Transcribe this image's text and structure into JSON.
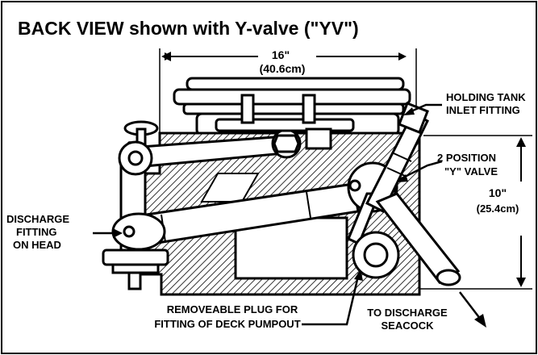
{
  "title": "BACK VIEW shown with Y-valve (\"YV\")",
  "labels": {
    "width_in": "16\"",
    "width_cm": "(40.6cm)",
    "holding_tank_1": "HOLDING TANK",
    "holding_tank_2": "INLET FITTING",
    "y_valve_1": "2 POSITION",
    "y_valve_2": "\"Y\" VALVE",
    "height_in": "10\"",
    "height_cm": "(25.4cm)",
    "discharge_1": "DISCHARGE",
    "discharge_2": "FITTING",
    "discharge_3": "ON HEAD",
    "plug_1": "REMOVEABLE PLUG FOR",
    "plug_2": "FITTING OF DECK PUMPOUT",
    "seacock_1": "TO DISCHARGE",
    "seacock_2": "SEACOCK"
  }
}
